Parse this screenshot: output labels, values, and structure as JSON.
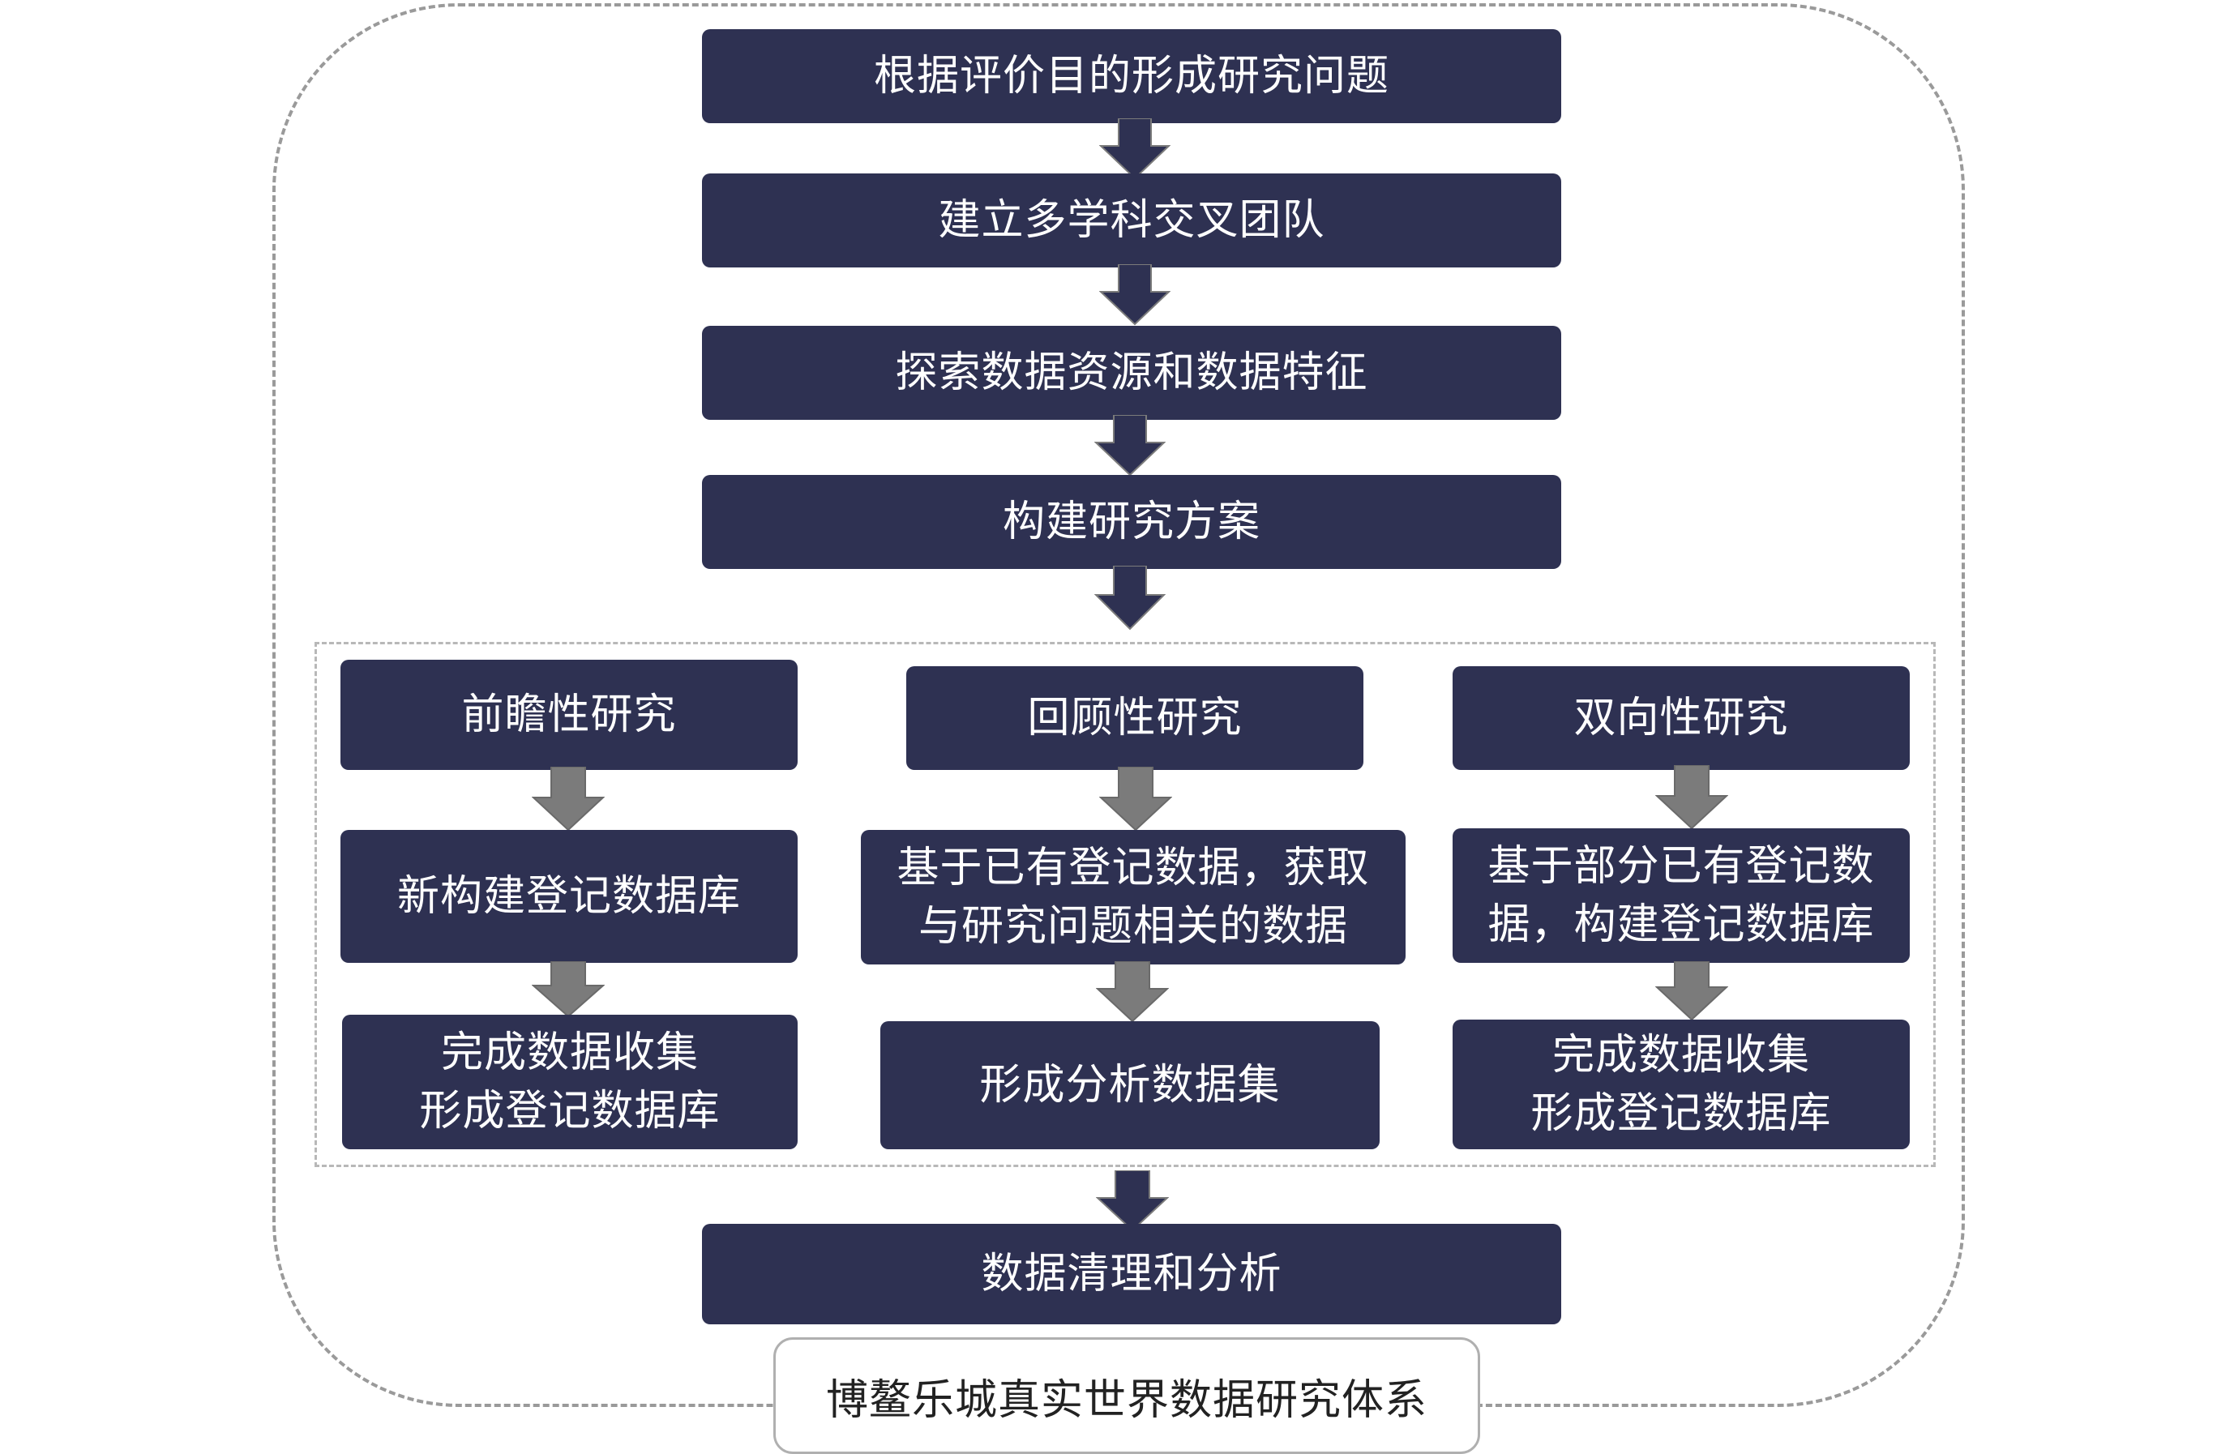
{
  "colors": {
    "box_fill": "#2e3152",
    "main_arrow": "#2e3152",
    "branch_arrow": "#7b7b7b",
    "frame": "#9a9a9a"
  },
  "main_steps": [
    "根据评价目的形成研究问题",
    "建立多学科交叉团队",
    "探索数据资源和数据特征",
    "构建研究方案"
  ],
  "branches": {
    "prospective": {
      "title": "前瞻性研究",
      "step1": "新构建登记数据库",
      "step2_line1": "完成数据收集",
      "step2_line2": "形成登记数据库"
    },
    "retrospective": {
      "title": "回顾性研究",
      "step1_line1": "基于已有登记数据，获取",
      "step1_line2": "与研究问题相关的数据",
      "step2": "形成分析数据集"
    },
    "bidirectional": {
      "title": "双向性研究",
      "step1_line1": "基于部分已有登记数",
      "step1_line2": "据，构建登记数据库",
      "step2_line1": "完成数据收集",
      "step2_line2": "形成登记数据库"
    }
  },
  "final_step": "数据清理和分析",
  "caption": "博鳌乐城真实世界数据研究体系"
}
